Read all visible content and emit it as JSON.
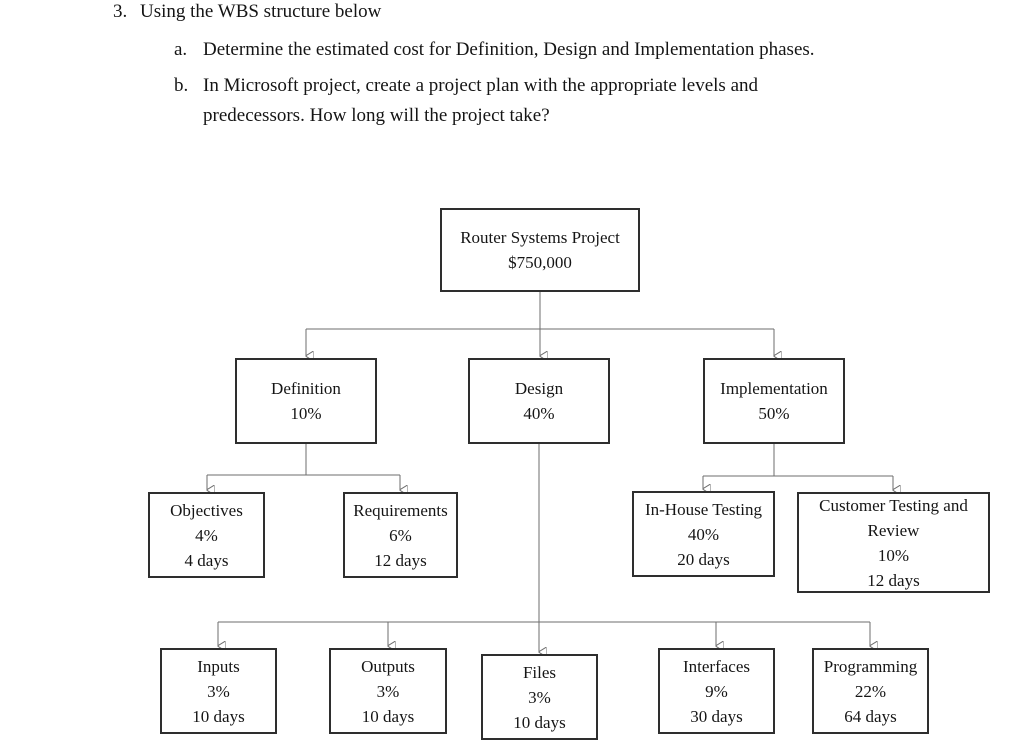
{
  "document": {
    "background": "#ffffff",
    "text_color": "#151515",
    "question": {
      "number": "3.",
      "title": "Using the WBS structure below",
      "sub_items": [
        {
          "marker": "a.",
          "text": "Determine the estimated cost for Definition, Design and Implementation phases."
        },
        {
          "marker": "b.",
          "text": "In Microsoft project, create a project plan with the appropriate levels and predecessors.  How long will the project take?"
        }
      ]
    }
  },
  "diagram": {
    "type": "wbs-org-chart",
    "box_border_color": "#2e2e2e",
    "connector_color": "#6e6e6e",
    "arrow_color": "#111111",
    "nodes": [
      {
        "id": "root",
        "label": "Router Systems Project",
        "budget": "$750,000",
        "parent": null
      },
      {
        "id": "definition",
        "label": "Definition",
        "percent": "10%",
        "parent": "root"
      },
      {
        "id": "design",
        "label": "Design",
        "percent": "40%",
        "parent": "root"
      },
      {
        "id": "implementation",
        "label": "Implementation",
        "percent": "50%",
        "parent": "root"
      },
      {
        "id": "objectives",
        "label": "Objectives",
        "percent": "4%",
        "duration": "4 days",
        "parent": "definition"
      },
      {
        "id": "requirements",
        "label": "Requirements",
        "percent": "6%",
        "duration": "12 days",
        "parent": "definition"
      },
      {
        "id": "in-house-testing",
        "label": "In-House Testing",
        "percent": "40%",
        "duration": "20 days",
        "parent": "implementation"
      },
      {
        "id": "customer-testing-and-review",
        "label": "Customer Testing and Review",
        "percent": "10%",
        "duration": "12 days",
        "parent": "implementation"
      },
      {
        "id": "inputs",
        "label": "Inputs",
        "percent": "3%",
        "duration": "10 days",
        "parent": "design"
      },
      {
        "id": "outputs",
        "label": "Outputs",
        "percent": "3%",
        "duration": "10 days",
        "parent": "design"
      },
      {
        "id": "files",
        "label": "Files",
        "percent": "3%",
        "duration": "10 days",
        "parent": "design"
      },
      {
        "id": "interfaces",
        "label": "Interfaces",
        "percent": "9%",
        "duration": "30 days",
        "parent": "design"
      },
      {
        "id": "programming",
        "label": "Programming",
        "percent": "22%",
        "duration": "64 days",
        "parent": "design"
      }
    ]
  }
}
